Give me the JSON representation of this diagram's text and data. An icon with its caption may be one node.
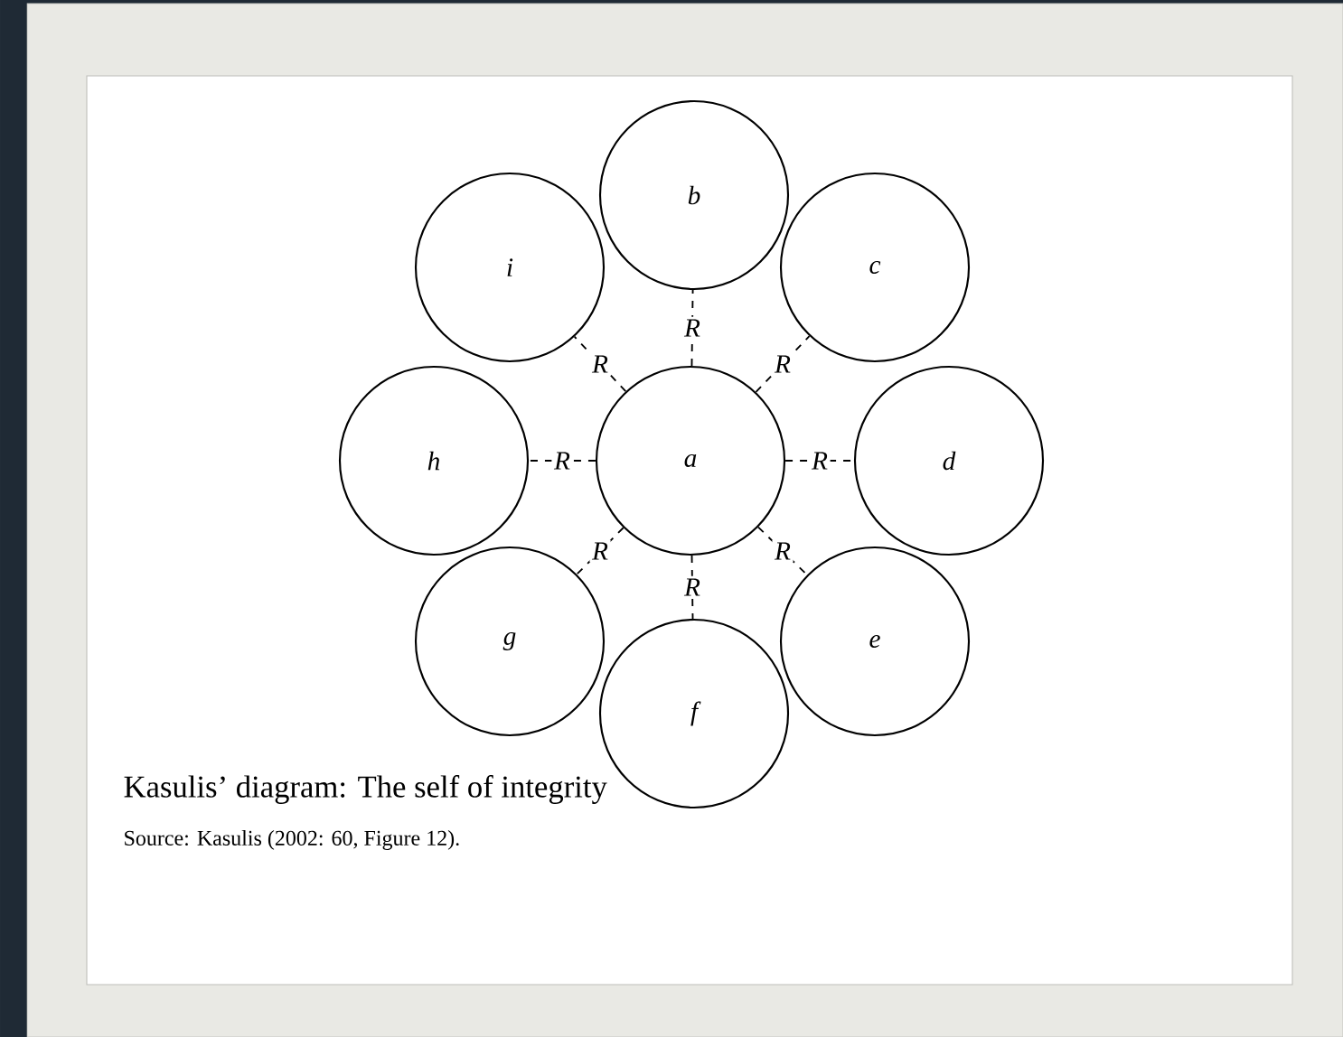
{
  "diagram": {
    "caption": "Kasulis’ diagram: The self of integrity",
    "nodes": [
      {
        "text": [
          "a"
        ]
      },
      {
        "text": [
          "b"
        ]
      },
      {
        "text": [
          "c"
        ]
      },
      {
        "text": [
          "d"
        ]
      },
      {
        "text": [
          "e"
        ]
      },
      {
        "text": [
          "f"
        ]
      },
      {
        "text": [
          "g"
        ]
      },
      {
        "text": [
          "h"
        ]
      },
      {
        "text": [
          "i"
        ]
      }
    ],
    "edges": [
      {
        "from": 0,
        "to": 1,
        "arrow": "none",
        "style": "dashed",
        "label": "R"
      },
      {
        "from": 0,
        "to": 2,
        "arrow": "none",
        "style": "dashed",
        "label": "R"
      },
      {
        "from": 0,
        "to": 3,
        "arrow": "none",
        "style": "dashed",
        "label": "R"
      },
      {
        "from": 0,
        "to": 4,
        "arrow": "none",
        "style": "dashed",
        "label": "R"
      },
      {
        "from": 0,
        "to": 5,
        "arrow": "none",
        "style": "dashed",
        "label": "R"
      },
      {
        "from": 0,
        "to": 6,
        "arrow": "none",
        "style": "dashed",
        "label": "R"
      },
      {
        "from": 0,
        "to": 7,
        "arrow": "none",
        "style": "dashed",
        "label": "R"
      },
      {
        "from": 0,
        "to": 8,
        "arrow": "none",
        "style": "dashed",
        "label": "R"
      }
    ],
    "labels": [
      "Source: Kasulis (2002: 60, Figure 12)."
    ]
  }
}
